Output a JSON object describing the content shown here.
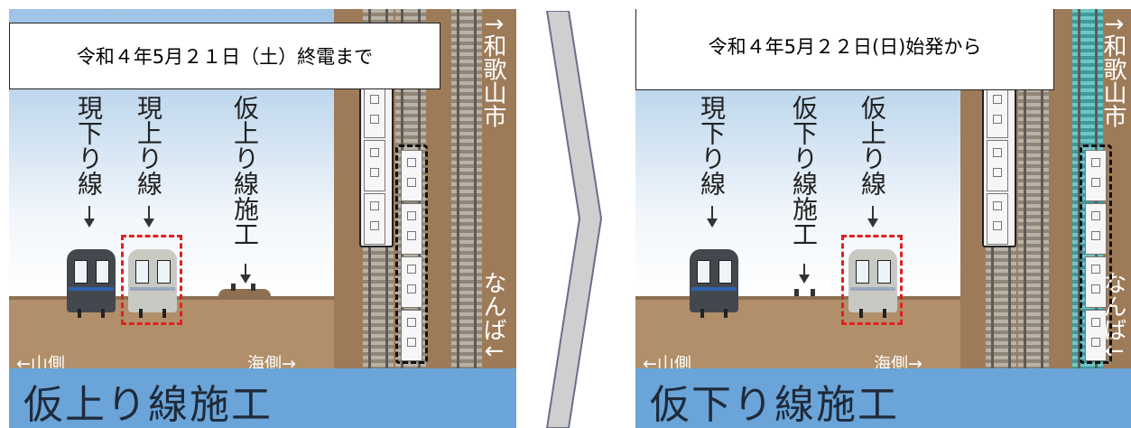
{
  "left_panel": {
    "header": "令和４年5月２１日（土）終電まで",
    "labels": {
      "current_down_line": "現下り線",
      "current_up_line": "現上り線",
      "temp_up_construction": "仮上り線施工"
    },
    "side_labels": {
      "mountain_side": "←山側",
      "sea_side": "海側→"
    },
    "track_labels": {
      "wakayamashi": "↑和歌山市",
      "namba": "なんば↓"
    },
    "caption": "仮上り線施工"
  },
  "right_panel": {
    "header": "令和４年5月２２日(日)始発から",
    "labels": {
      "current_down_line": "現下り線",
      "temp_down_construction": "仮下り線施工",
      "temp_up_line": "仮上り線"
    },
    "side_labels": {
      "mountain_side": "←山側",
      "sea_side": "海側→"
    },
    "track_labels": {
      "wakayamashi": "↑和歌山市",
      "namba": "なんば↓"
    },
    "caption": "仮下り線施工"
  },
  "colors": {
    "sky": "#9ec3e6",
    "ground": "#b08f6a",
    "band": "#6aa4d8",
    "highlight_red": "#e02020",
    "highlight_black": "#111111",
    "new_track_cyan": "#3f9a9c"
  }
}
